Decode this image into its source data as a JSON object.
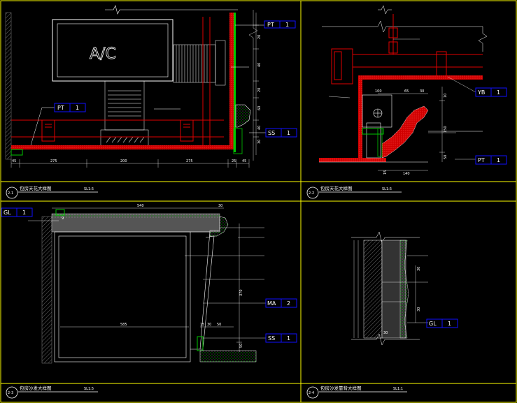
{
  "colors": {
    "background": "#000000",
    "frame": "#ffff00",
    "line": "#ffffff",
    "red": "#e00000",
    "green": "#00c800",
    "blue_tag": "#1010ff",
    "cyan": "#00ffff",
    "gray": "#888888"
  },
  "panels": [
    {
      "id": "2-1",
      "title": "包房天花大样图",
      "scale": "SL1:5"
    },
    {
      "id": "2-2",
      "title": "包房天花大样图",
      "scale": "SL1:5"
    },
    {
      "id": "2-3",
      "title": "包房沙发大样图",
      "scale": "SL1:5"
    },
    {
      "id": "2-4",
      "title": "包房沙发靠背大样图",
      "scale": "SL1:1"
    }
  ],
  "panel1": {
    "ac_label": "A/C",
    "tags": [
      {
        "code": "PT",
        "num": "1"
      },
      {
        "code": "PT",
        "num": "1"
      },
      {
        "code": "SS",
        "num": "1"
      }
    ],
    "dims_bottom": [
      "45",
      "275",
      "200",
      "275",
      "25",
      "45"
    ],
    "dims_right": [
      "20",
      "40",
      "20",
      "60",
      "40",
      "30"
    ]
  },
  "panel2": {
    "tags": [
      {
        "code": "YB",
        "num": "1"
      },
      {
        "code": "PT",
        "num": "1"
      }
    ],
    "dims_top": [
      "100",
      "65",
      "30"
    ],
    "dims_right": [
      "10",
      "150",
      "50"
    ],
    "dims_bottom": [
      "15",
      "140"
    ]
  },
  "panel3": {
    "tags": [
      {
        "code": "GL",
        "num": "1"
      },
      {
        "code": "MA",
        "num": "2"
      },
      {
        "code": "SS",
        "num": "1"
      }
    ],
    "dims_top": [
      "540",
      "30"
    ],
    "dims_left": [
      "9"
    ],
    "dims_inner": [
      "585",
      "15",
      "30",
      "50"
    ],
    "dims_right": [
      "370",
      "50"
    ]
  },
  "panel4": {
    "tags": [
      {
        "code": "GL",
        "num": "1"
      }
    ],
    "dims": [
      "30",
      "30",
      "30"
    ]
  }
}
